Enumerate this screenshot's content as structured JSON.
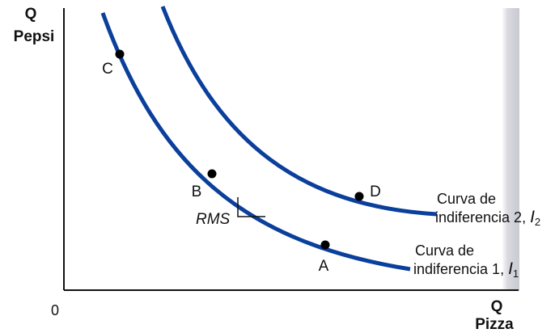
{
  "axes": {
    "y_label_line1": "Q",
    "y_label_line2": "Pepsi",
    "x_label_line1": "Q",
    "x_label_line2": "Pizza",
    "origin": "0"
  },
  "curves": [
    {
      "id": "I1",
      "label_line1": "Curva de",
      "label_line2_text": "indiferencia 1, ",
      "label_symbol": "I",
      "label_subscript": "1"
    },
    {
      "id": "I2",
      "label_line1": "Curva de",
      "label_line2_text": "indiferencia 2, ",
      "label_symbol": "I",
      "label_subscript": "2"
    }
  ],
  "points": [
    "A",
    "B",
    "C",
    "D"
  ],
  "slope_marker_label": "RMS",
  "colors": {
    "curve": "#0a3f9c",
    "axis": "#111111",
    "point": "#000000",
    "side_shadow": "#c9c9d3"
  }
}
